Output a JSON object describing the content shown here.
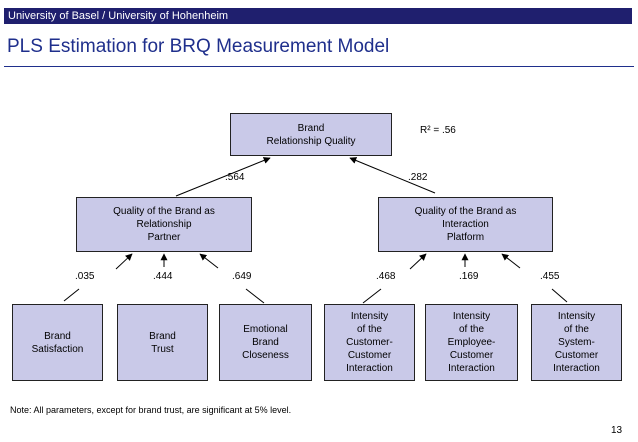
{
  "header": {
    "institution": "University of Basel / University of Hohenheim",
    "title": "PLS Estimation for BRQ Measurement Model"
  },
  "nodes": {
    "brq": "Brand\nRelationship Quality",
    "partner": "Quality of the Brand as\nRelationship\nPartner",
    "platform": "Quality of the Brand as\nInteraction\nPlatform",
    "satisfaction": "Brand\nSatisfaction",
    "trust": "Brand\nTrust",
    "closeness": "Emotional\nBrand\nCloseness",
    "cci": "Intensity\nof the\nCustomer-\nCustomer\nInteraction",
    "eci": "Intensity\nof the\nEmployee-\nCustomer\nInteraction",
    "sci": "Intensity\nof the\nSystem-\nCustomer\nInteraction"
  },
  "coefficients": {
    "partner_to_brq": ".564",
    "platform_to_brq": ".282",
    "satisfaction": ".035",
    "trust": ".444",
    "closeness": ".649",
    "cci": ".468",
    "eci": ".169",
    "sci": ".455"
  },
  "r_squared": "R² = .56",
  "note": "Note: All parameters, except for brand trust, are significant at 5% level.",
  "page_number": "13",
  "colors": {
    "header_bar": "#1f1f6e",
    "title": "#1f2f8c",
    "box_fill": "#c9c9e8"
  }
}
